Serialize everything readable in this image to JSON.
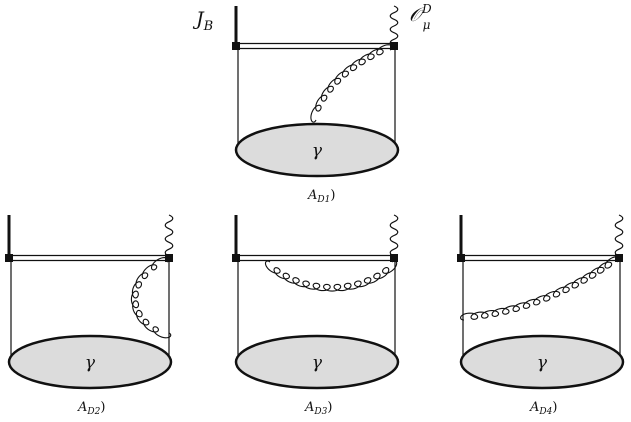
{
  "diagrams": [
    {
      "id": "D1",
      "caption": "A",
      "caption_sub": "D1",
      "caption_close": ")",
      "blob_label": "γ",
      "current_label": "J",
      "current_sub": "B",
      "operator_label": "𝒪",
      "operator_sup": "D",
      "operator_sub": "μ"
    },
    {
      "id": "D2",
      "caption": "A",
      "caption_sub": "D2",
      "caption_close": ")",
      "blob_label": "γ"
    },
    {
      "id": "D3",
      "caption": "A",
      "caption_sub": "D3",
      "caption_close": ")",
      "blob_label": "γ"
    },
    {
      "id": "D4",
      "caption": "A",
      "caption_sub": "D4",
      "caption_close": ")",
      "blob_label": "γ"
    }
  ],
  "colors": {
    "line": "#111111",
    "blob_fill": "#dcdcdc"
  }
}
